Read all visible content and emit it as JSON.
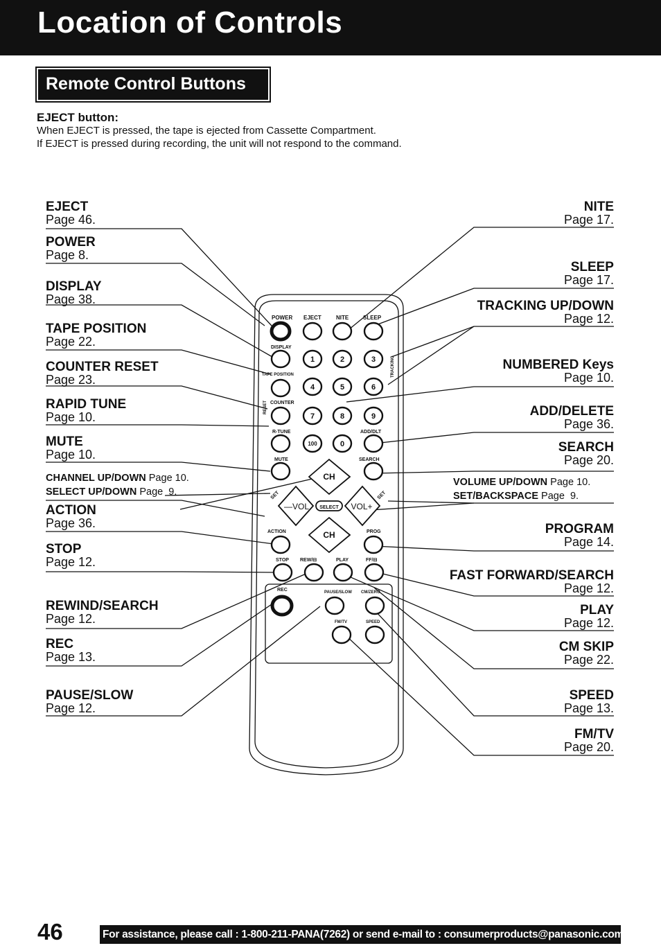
{
  "header": {
    "title": "Location of Controls"
  },
  "section": {
    "title": "Remote Control Buttons"
  },
  "eject_info": {
    "title": "EJECT button:",
    "line1": "When EJECT is pressed, the tape is ejected from Cassette Compartment.",
    "line2": "If EJECT is pressed during recording, the unit will not respond to the command."
  },
  "left_labels": [
    {
      "name": "EJECT",
      "page": "Page 46."
    },
    {
      "name": "POWER",
      "page": "Page 8."
    },
    {
      "name": "DISPLAY",
      "page": "Page 38."
    },
    {
      "name": "TAPE POSITION",
      "page": "Page 22."
    },
    {
      "name": "COUNTER RESET",
      "page": "Page 23."
    },
    {
      "name": "RAPID TUNE",
      "page": "Page 10."
    },
    {
      "name": "MUTE",
      "page": "Page 10."
    },
    {
      "name": "ACTION",
      "page": "Page 36."
    },
    {
      "name": "STOP",
      "page": "Page 12."
    },
    {
      "name": "REWIND/SEARCH",
      "page": "Page 12."
    },
    {
      "name": "REC",
      "page": "Page 13."
    },
    {
      "name": "PAUSE/SLOW",
      "page": "Page 12."
    }
  ],
  "left_small": [
    {
      "name": "CHANNEL UP/DOWN",
      "page": "Page 10."
    },
    {
      "name": "SELECT UP/DOWN",
      "page": "Page  9."
    }
  ],
  "right_labels": [
    {
      "name": "NITE",
      "page": "Page 17."
    },
    {
      "name": "SLEEP",
      "page": "Page 17."
    },
    {
      "name": "TRACKING UP/DOWN",
      "page": "Page 12."
    },
    {
      "name": "NUMBERED Keys",
      "page": "Page 10."
    },
    {
      "name": "ADD/DELETE",
      "page": "Page 36."
    },
    {
      "name": "SEARCH",
      "page": "Page 20."
    },
    {
      "name": "PROGRAM",
      "page": "Page 14."
    },
    {
      "name": "FAST FORWARD/SEARCH",
      "page": "Page 12."
    },
    {
      "name": "PLAY",
      "page": "Page 12."
    },
    {
      "name": "CM SKIP",
      "page": "Page 22."
    },
    {
      "name": "SPEED",
      "page": "Page 13."
    },
    {
      "name": "FM/TV",
      "page": "Page 20."
    }
  ],
  "right_small": [
    {
      "name": "VOLUME UP/DOWN",
      "page": "Page 10."
    },
    {
      "name": "SET/BACKSPACE",
      "page": "Page  9."
    }
  ],
  "remote": {
    "row1": [
      "POWER",
      "EJECT",
      "NITE",
      "SLEEP"
    ],
    "display": "DISPLAY",
    "tape_position": "TAPE POSITION",
    "counter": "COUNTER",
    "reset": "RESET",
    "tracking": "TRACKING",
    "rtune": "R-TUNE",
    "adddlt": "ADD/DLT",
    "mute": "MUTE",
    "search": "SEARCH",
    "keys": [
      "1",
      "2",
      "3",
      "4",
      "5",
      "6",
      "7",
      "8",
      "9",
      "100",
      "0"
    ],
    "ch": "CH",
    "vol_minus": "—VOL",
    "vol_plus": "VOL+",
    "select": "SELECT",
    "set": "SET",
    "action": "ACTION",
    "prog": "PROG",
    "transport": [
      "STOP",
      "REW/⊟",
      "PLAY",
      "FF/⊟"
    ],
    "rec": "REC",
    "pause_slow": "PAUSE/SLOW",
    "cm_zero": "CM/ZERO",
    "fmtv": "FM/TV",
    "speed": "SPEED"
  },
  "footer": {
    "page_number": "46",
    "assist": "For assistance, please call : 1-800-211-PANA(7262) or send e-mail to : consumerproducts@panasonic.com"
  }
}
